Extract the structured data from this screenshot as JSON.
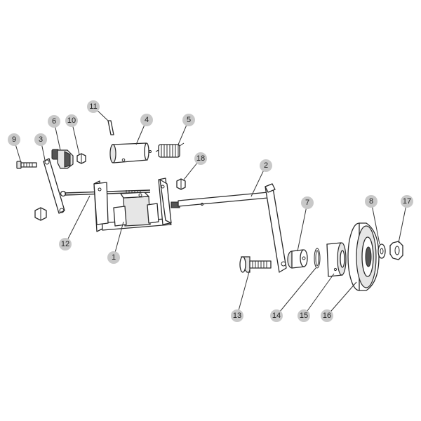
{
  "callouts": [
    {
      "id": "1",
      "label": "1"
    },
    {
      "id": "2",
      "label": "2"
    },
    {
      "id": "3",
      "label": "3"
    },
    {
      "id": "4",
      "label": "4"
    },
    {
      "id": "5",
      "label": "5"
    },
    {
      "id": "6",
      "label": "6"
    },
    {
      "id": "7",
      "label": "7"
    },
    {
      "id": "8",
      "label": "8"
    },
    {
      "id": "9",
      "label": "9"
    },
    {
      "id": "10",
      "label": "10"
    },
    {
      "id": "11",
      "label": "11"
    },
    {
      "id": "12",
      "label": "12"
    },
    {
      "id": "13",
      "label": "13"
    },
    {
      "id": "14",
      "label": "14"
    },
    {
      "id": "15",
      "label": "15"
    },
    {
      "id": "16",
      "label": "16"
    },
    {
      "id": "17",
      "label": "17"
    },
    {
      "id": "18",
      "label": "18"
    }
  ],
  "colors": {
    "badge_fill": "#c8c8c8",
    "line": "#2a2a2a",
    "background": "#ffffff"
  }
}
